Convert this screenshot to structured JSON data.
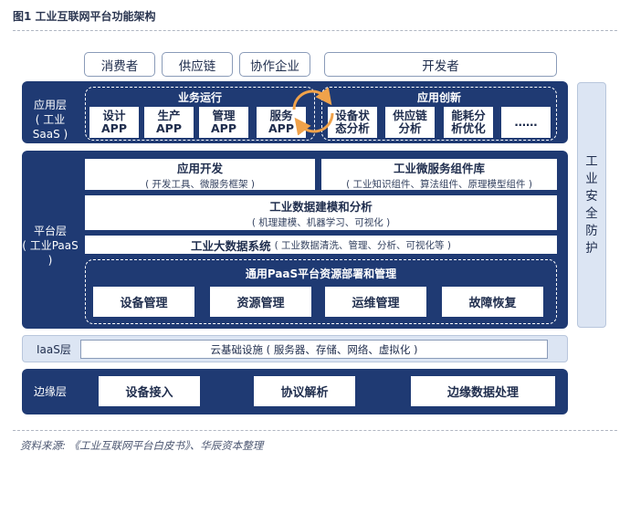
{
  "figure_title": "图1 工业互联网平台功能架构",
  "users": [
    "消费者",
    "供应链",
    "协作企业",
    "开发者"
  ],
  "saas": {
    "layer_label": "应用层",
    "layer_sub": "( 工业SaaS )",
    "ops_title": "业务运行",
    "ops_apps": [
      {
        "line1": "设计",
        "line2": "APP"
      },
      {
        "line1": "生产",
        "line2": "APP"
      },
      {
        "line1": "管理",
        "line2": "APP"
      },
      {
        "line1": "服务",
        "line2": "APP"
      }
    ],
    "innov_title": "应用创新",
    "innov_apps": [
      {
        "line1": "设备状",
        "line2": "态分析"
      },
      {
        "line1": "供应链",
        "line2": "分析"
      },
      {
        "line1": "能耗分",
        "line2": "析优化"
      },
      {
        "line1": "……",
        "line2": ""
      }
    ]
  },
  "paas": {
    "layer_label": "平台层",
    "layer_sub": "( 工业PaaS )",
    "dev": {
      "title": "应用开发",
      "sub": "( 开发工具、微服务框架 )"
    },
    "micro": {
      "title": "工业微服务组件库",
      "sub": "( 工业知识组件、算法组件、原理模型组件 )"
    },
    "model": {
      "title": "工业数据建模和分析",
      "sub": "( 机理建模、机器学习、可视化 )"
    },
    "bigdata": {
      "title": "工业大数据系统",
      "sub": "( 工业数据清洗、管理、分析、可视化等 )"
    },
    "resource_title": "通用PaaS平台资源部署和管理",
    "resource_items": [
      "设备管理",
      "资源管理",
      "运维管理",
      "故障恢复"
    ]
  },
  "iaas": {
    "layer_label": "IaaS层",
    "content": "云基础设施 ( 服务器、存储、网络、虚拟化 )"
  },
  "edge": {
    "layer_label": "边缘层",
    "items": [
      "设备接入",
      "协议解析",
      "边缘数据处理"
    ]
  },
  "security": [
    "工",
    "业",
    "安",
    "全",
    "防",
    "护"
  ],
  "source": "资料来源: 《工业互联网平台白皮书》、华辰资本整理",
  "colors": {
    "layer_bg": "#1f3a73",
    "light_bg": "#dce5f3",
    "cycle_arrow": "#f0a24a"
  }
}
